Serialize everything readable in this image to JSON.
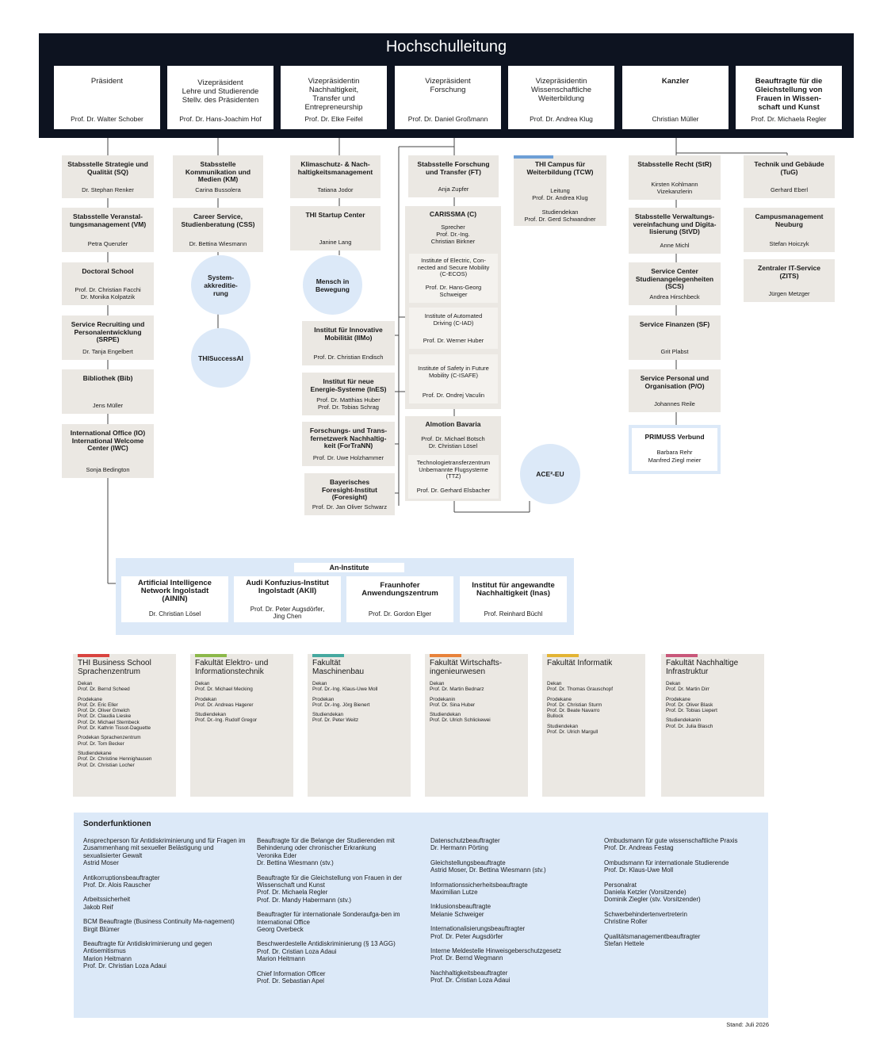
{
  "title": "Hochschulleitung",
  "leadership": [
    {
      "title": "Präsident",
      "person": "Prof. Dr. Walter Schober"
    },
    {
      "title": "Vizepräsident\nLehre und Studierende\nStellv. des Präsidenten",
      "person": "Prof. Dr. Hans-Joachim Hof"
    },
    {
      "title": "Vizepräsidentin\nNachhaltigkeit,\nTransfer und\nEntrepreneurship",
      "person": "Prof. Dr. Elke Feifel"
    },
    {
      "title": "Vizepräsident\nForschung",
      "person": "Prof. Dr. Daniel Großmann"
    },
    {
      "title": "Vizepräsidentin\nWissenschaftliche\nWeiterbildung",
      "person": "Prof. Dr. Andrea Klug"
    },
    {
      "title": "Kanzler",
      "person": "Christian Müller"
    },
    {
      "title": "Beauftragte für die\nGleichstellung von\nFrauen in Wissen-\nschaft und Kunst",
      "person": "Prof. Dr. Michaela Regler"
    }
  ],
  "col1": [
    {
      "title": "Stabsstelle Strategie und\nQualität (SQ)",
      "person": "Dr. Stephan Renker"
    },
    {
      "title": "Stabsstelle Veranstal-\ntungsmanagement (VM)",
      "person": "Petra Quenzler"
    },
    {
      "title": "Doctoral School",
      "person": "Prof. Dr. Christian Facchi\nDr. Monika Kolpatzik"
    },
    {
      "title": "Service Recruiting und\nPersonalentwicklung\n(SRPE)",
      "person": "Dr. Tanja Engelbert"
    },
    {
      "title": "Bibliothek (Bib)",
      "person": "Jens Müller"
    },
    {
      "title": "International Office (IO)\nInternational Welcome\nCenter (IWC)",
      "person": "Sonja Bedington"
    }
  ],
  "col2": [
    {
      "title": "Stabsstelle\nKommunikation und\nMedien (KM)",
      "person": "Carina Bussolera"
    },
    {
      "title": "Career Service,\nStudienberatung (CSS)",
      "person": "Dr. Bettina Wiesmann"
    }
  ],
  "col2_circles": [
    "System-\nakkreditie-\nrung",
    "THISuccessAI"
  ],
  "col3": [
    {
      "title": "Klimaschutz- & Nach-\nhaltigkeitsmanagement",
      "person": "Tatiana Jodor"
    },
    {
      "title": "THI Startup Center",
      "person": "Janine Lang"
    }
  ],
  "col3_circle": "Mensch in\nBewegung",
  "col3_institutes": [
    {
      "title": "Institut für Innovative\nMobilität (IIMo)",
      "person": "Prof. Dr. Christian Endisch"
    },
    {
      "title": "Institut für neue\nEnergie-Systeme (InES)",
      "person": "Prof. Dr. Matthias Huber\nProf. Dr. Tobias Schrag"
    },
    {
      "title": "Forschungs- und Trans-\nfernetzwerk Nachhaltig-\nkeit (ForTraNN)",
      "person": "Prof. Dr. Uwe Holzhammer"
    },
    {
      "title": "Bayerisches\nForesight-Institut\n(Foresight)",
      "person": "Prof. Dr. Jan Oliver Schwarz"
    }
  ],
  "col4": {
    "ft": {
      "title": "Stabsstelle Forschung\nund Transfer (FT)",
      "person": "Anja Zupfer"
    },
    "carissma": {
      "title": "CARISSMA (C)",
      "person": "Sprecher\nProf. Dr.-Ing.\nChristian Birkner"
    },
    "carissma_sub": [
      {
        "title": "Institute of Electric, Con-\nnected and Secure Mobility\n(C-ECOS)",
        "person": "Prof. Dr. Hans-Georg\nSchweiger"
      },
      {
        "title": "Institute of Automated\nDriving (C-IAD)",
        "person": "Prof. Dr. Werner Huber"
      },
      {
        "title": "Institute of Safety in Future\nMobility (C-ISAFE)",
        "person": "Prof. Dr. Ondrej Vaculin"
      }
    ],
    "almotion": {
      "title": "Almotion Bavaria",
      "person": "Prof. Dr. Michael Botsch\nDr. Christian Lösel"
    },
    "ttz": {
      "title": "Technologietransferzentrum\nUnbemannte Flugsysteme\n(TTZ)",
      "person": "Prof. Dr. Gerhard Elsbacher"
    },
    "circle": "ACE²-EU"
  },
  "col5": {
    "title": "THI Campus für\nWeiterbildung (TCW)",
    "person": "Leitung\nProf. Dr. Andrea Klug\n\nStudiendekan\nProf. Dr. Gerd Schwandner"
  },
  "col6": [
    {
      "title": "Stabsstelle Recht (StR)",
      "person": "Kirsten Kohlmann\nVizekanzlerin"
    },
    {
      "title": "Stabsstelle Verwaltungs-\nvereinfachung und Digita-\nlisierung (StVD)",
      "person": "Anne Michl"
    },
    {
      "title": "Service Center\nStudienangelegenheiten\n(SCS)",
      "person": "Andrea Hirschbeck"
    },
    {
      "title": "Service Finanzen (SF)",
      "person": "Grit Plabst"
    },
    {
      "title": "Service Personal und\nOrganisation (P/O)",
      "person": "Johannes Reile"
    }
  ],
  "col6_primuss": {
    "title": "PRIMUSS Verbund",
    "person": "Barbara Rehr\nManfred Ziegl meier"
  },
  "col7": [
    {
      "title": "Technik und Gebäude\n(TuG)",
      "person": "Gerhard Eberl"
    },
    {
      "title": "Campusmanagement\nNeuburg",
      "person": "Stefan Hoiczyk"
    },
    {
      "title": "Zentraler IT-Service\n(ZITS)",
      "person": "Jürgen Metzger"
    }
  ],
  "an_institute": {
    "title": "An-Institute",
    "items": [
      {
        "title": "Artificial Intelligence\nNetwork Ingolstadt\n(AININ)",
        "person": "Dr. Christian Lösel"
      },
      {
        "title": "Audi Konfuzius-Institut\nIngolstadt (AKII)",
        "person": "Prof. Dr. Peter Augsdörfer,\nJing Chen"
      },
      {
        "title": "Fraunhofer\nAnwendungszentrum",
        "person": "Prof. Dr. Gordon Elger"
      },
      {
        "title": "Institut für angewandte\nNachhaltigkeit (Inas)",
        "person": "Prof. Reinhard Büchl"
      }
    ]
  },
  "faculties": [
    {
      "title": "THI Business School\nSprachenzentrum",
      "color": "#d9443f",
      "body": [
        "Dekan\nProf. Dr. Bernd Scheed",
        "Prodekane\nProf. Dr. Eric Eller\nProf. Dr. Oliver Gmelch\nProf. Dr. Claudia Lieske\nProf. Dr. Michael Sternbeck\nProf. Dr. Kathrin Tissot-Daguette",
        "Prodekan Sprachenzentrum\nProf. Dr. Tom Becker",
        "Studiendekane\nProf. Dr. Christine Hennighausen\nProf. Dr. Christian Locher"
      ]
    },
    {
      "title": "Fakultät Elektro- und\nInformationstechnik",
      "color": "#8cb84a",
      "body": [
        "Dekan\nProf. Dr. Michael Mecking",
        "Prodekan\nProf. Dr. Andreas Hagerer",
        "Studiendekan\nProf. Dr.-Ing. Rudolf Gregor"
      ]
    },
    {
      "title": "Fakultät\nMaschinenbau",
      "color": "#46a9a0",
      "body": [
        "Dekan\nProf. Dr.-Ing. Klaus-Uwe Moll",
        "Prodekan\nProf. Dr.-Ing. Jörg Bienert",
        "Studiendekan\nProf. Dr. Peter Weitz"
      ]
    },
    {
      "title": "Fakultät Wirtschafts-\ningenieurwesen",
      "color": "#e8823a",
      "body": [
        "Dekan\nProf. Dr. Martin Bednarz",
        "Prodekanin\nProf. Dr. Sina Huber",
        "Studiendekan\nProf. Dr. Ulrich Schlickewei"
      ]
    },
    {
      "title": "Fakultät Informatik",
      "color": "#e3b434",
      "body": [
        "Dekan\nProf. Dr. Thomas Grauschopf",
        "Prodekane\nProf. Dr. Christian Sturm\nProf. Dr. Beate Navarro\nBullock",
        "Studiendekan\nProf. Dr. Ulrich Margull"
      ]
    },
    {
      "title": "Fakultät Nachhaltige\nInfrastruktur",
      "color": "#c9577a",
      "body": [
        "Dekan\nProf. Dr. Martin Dirr",
        "Prodekane\nProf. Dr. Oliver Blask\nProf. Dr. Tobias Liepert",
        "Studiendekanin\nProf. Dr. Julia Blasch"
      ]
    }
  ],
  "sonderfunktionen": {
    "title": "Sonderfunktionen",
    "columns": [
      [
        {
          "h": "Ansprechperson für Antidiskriminierung und für Fragen im Zusammenhang mit sexueller Belästigung und sexualisierter Gewalt",
          "v": "Astrid Moser"
        },
        {
          "h": "Antikorruptionsbeauftragter",
          "v": "Prof. Dr. Alois Rauscher"
        },
        {
          "h": "Arbeitssicherheit",
          "v": "Jakob Reif"
        },
        {
          "h": "BCM Beauftragte (Business Continuity Ma-nagement)",
          "v": "Birgit Blümer"
        },
        {
          "h": "Beauftragte für Antidiskriminierung und gegen Antisemitismus",
          "v": "Marion Heitmann\nProf. Dr. Christian Loza Adaui"
        }
      ],
      [
        {
          "h": "Beauftragte für die Belange der Studierenden mit Behinderung oder chronischer Erkrankung",
          "v": "Veronika Eder\nDr. Bettina Wiesmann (stv.)"
        },
        {
          "h": "Beauftragte für die Gleichstellung von Frauen in der Wissenschaft und Kunst",
          "v": "Prof. Dr. Michaela Regler\nProf. Dr. Mandy Habermann (stv.)"
        },
        {
          "h": "Beauftragter für internationale Sonderaufga-ben im International Office",
          "v": "Georg Overbeck"
        },
        {
          "h": "Beschwerdestelle Antidiskriminierung (§ 13 AGG)",
          "v": "Prof. Dr. Cristian Loza Adaui\nMarion Heitmann"
        },
        {
          "h": "Chief Information Officer",
          "v": "Prof. Dr. Sebastian Apel"
        }
      ],
      [
        {
          "h": "Datenschutzbeauftragter",
          "v": "Dr. Hermann Pörting"
        },
        {
          "h": "Gleichstellungsbeauftragte",
          "v": "Astrid Moser, Dr. Bettina Wiesmann (stv.)"
        },
        {
          "h": "Informationssicherheitsbeauftragte",
          "v": "Maximilian Lutze"
        },
        {
          "h": "Inklusionsbeauftragte",
          "v": "Melanie Schweiger"
        },
        {
          "h": "Internationalisierungsbeauftragter",
          "v": "Prof. Dr. Peter Augsdörfer"
        },
        {
          "h": "Interne Meldestelle Hinweisgeberschutzgesetz",
          "v": "Prof. Dr. Bernd Wegmann"
        },
        {
          "h": "Nachhaltigkeitsbeauftragter",
          "v": "Prof. Dr. Cristian Loza Adaui"
        }
      ],
      [
        {
          "h": "Ombudsmann für gute wissenschaftliche Praxis",
          "v": "Prof. Dr. Andreas Festag"
        },
        {
          "h": "Ombudsmann für internationale Studierende",
          "v": "Prof. Dr. Klaus-Uwe Moll"
        },
        {
          "h": "Personalrat",
          "v": "Daniela Ketzler (Vorsitzende)\nDominik Ziegler (stv. Vorsitzender)"
        },
        {
          "h": "Schwerbehindertenvertreterin",
          "v": "Christine Roller"
        },
        {
          "h": "Qualitätsmanagementbeauftragter",
          "v": "Stefan Hettele"
        }
      ]
    ]
  },
  "stand": "Stand: Juli 2026",
  "colors": {
    "header": "#0d1320",
    "box": "#ebe8e3",
    "lightblue": "#dce9f8",
    "tcw_accent": "#6d9fd6"
  }
}
